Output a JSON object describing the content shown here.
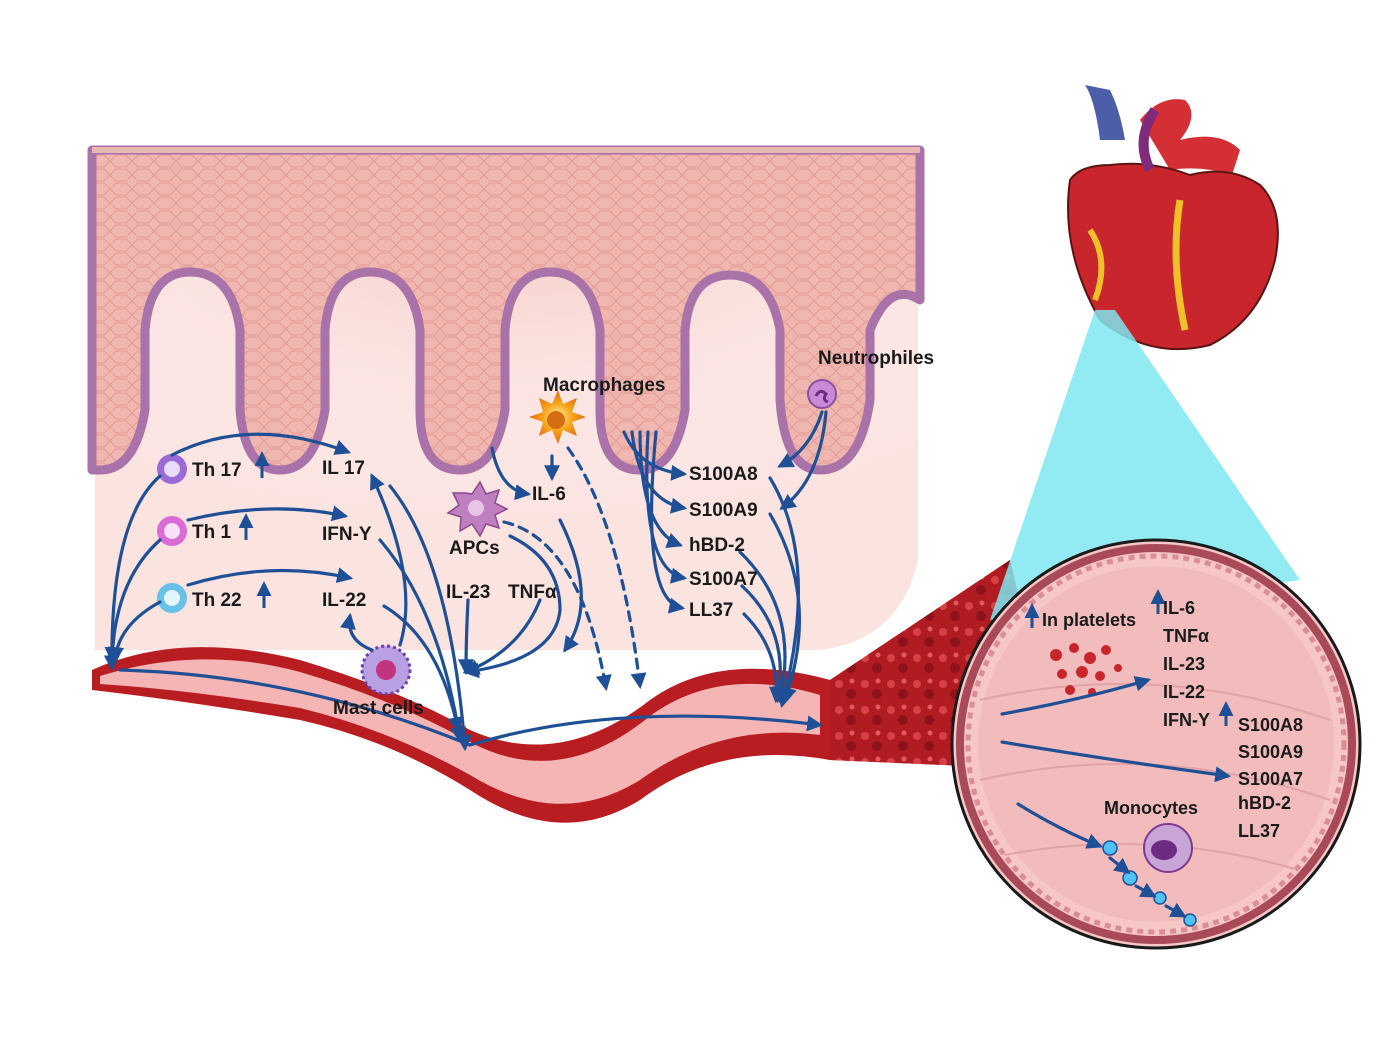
{
  "colors": {
    "arrow": "#1f4f95",
    "skin": "#f3c2bd",
    "villus_edge": "#a972a8",
    "vessel": "#b81d22",
    "vessel_inner": "#f6b5b5",
    "highlight": "#7fe6f0"
  },
  "labels": {
    "th17": "Th 17",
    "th1": "Th 1",
    "th22": "Th 22",
    "il17": "IL 17",
    "ifny": "IFN-Y",
    "il22": "IL-22",
    "mast_cells": "Mast cells",
    "apcs": "APCs",
    "il23": "IL-23",
    "tnfa": "TNFα",
    "macrophages": "Macrophages",
    "il6": "IL-6",
    "neutrophiles": "Neutrophiles",
    "s100a8": "S100A8",
    "s100a9": "S100A9",
    "hbd2": "hBD-2",
    "s100a7": "S100A7",
    "ll37": "LL37"
  },
  "inset": {
    "platelets": "In platelets",
    "cytokines": [
      "IL-6",
      "TNFα",
      "IL-23",
      "IL-22",
      "IFN-Y"
    ],
    "peptides": [
      "S100A8",
      "S100A9",
      "S100A7",
      "hBD-2",
      "LL37"
    ],
    "monocytes": "Monocytes"
  },
  "icons": {
    "up_arrow": "up-arrow-icon",
    "th17_cell": "th17-cell-icon",
    "th1_cell": "th1-cell-icon",
    "th22_cell": "th22-cell-icon",
    "mast_cell": "mast-cell-icon",
    "apc_cell": "apc-cell-icon",
    "macrophage": "macrophage-icon",
    "neutrophil": "neutrophil-icon",
    "monocyte": "monocyte-icon",
    "heart": "heart-icon",
    "platelets": "platelets-icon"
  }
}
